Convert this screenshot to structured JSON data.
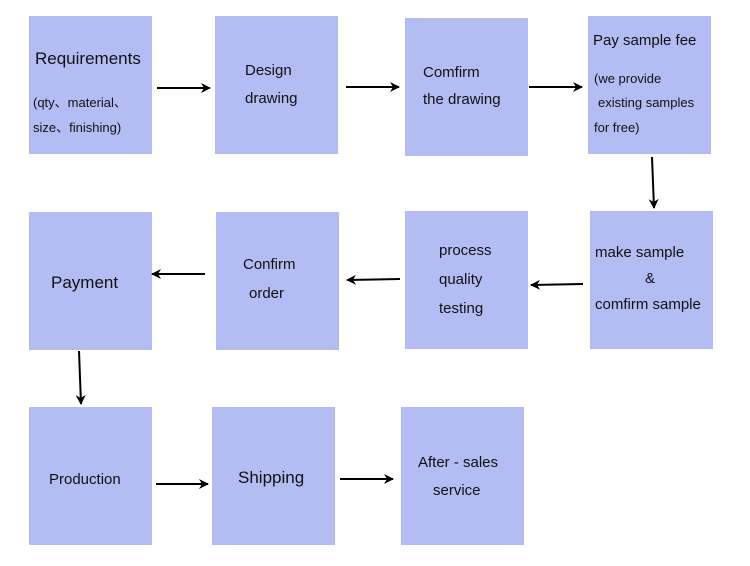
{
  "steps": {
    "requirements": {
      "title": "Requirements",
      "detail1": "(qty、material、",
      "detail2": "size、finishing)"
    },
    "design": {
      "line1": "Design",
      "line2": "drawing"
    },
    "confirm_drawing": {
      "line1": "Comfirm",
      "line2": "the drawing"
    },
    "pay_fee": {
      "title": "Pay sample fee",
      "line1": "(we provide",
      "line2": "existing samples",
      "line3": "for free)"
    },
    "make_sample": {
      "line1": "make sample",
      "line2": "&",
      "line3": "comfirm sample"
    },
    "process_testing": {
      "line1": "process",
      "line2": "quality",
      "line3": "testing"
    },
    "confirm_order": {
      "line1": "Confirm",
      "line2": "order"
    },
    "payment": {
      "label": "Payment"
    },
    "production": {
      "label": "Production"
    },
    "shipping": {
      "label": "Shipping"
    },
    "after_sales": {
      "line1": "After - sales",
      "line2": "service"
    }
  },
  "colors": {
    "box_fill": "#b3bdf4",
    "arrow": "#000000"
  }
}
